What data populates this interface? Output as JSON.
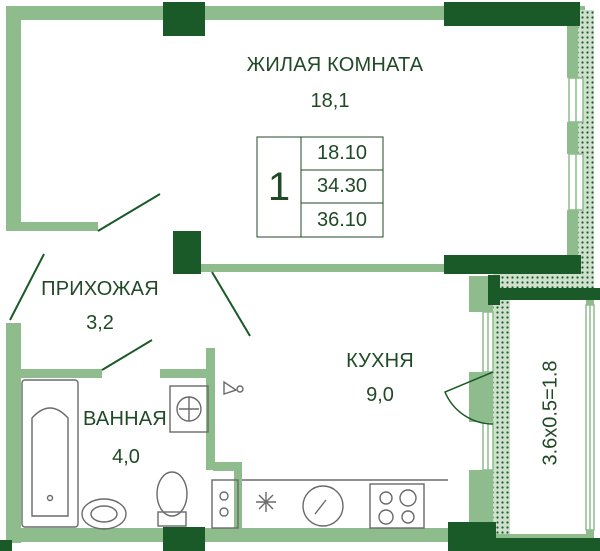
{
  "rooms": {
    "living": {
      "name": "ЖИЛАЯ КОМНАТА",
      "area": "18,1"
    },
    "hall": {
      "name": "ПРИХОЖАЯ",
      "area": "3,2"
    },
    "kitchen": {
      "name": "КУХНЯ",
      "area": "9,0"
    },
    "bath": {
      "name": "ВАННАЯ",
      "area": "4,0"
    }
  },
  "summary": {
    "rooms_count": "1",
    "living_area": "18.10",
    "total_area": "34.30",
    "area_with_balcony": "36.10"
  },
  "balcony": {
    "dimensions": "3.6x0.5=1.8"
  },
  "colors": {
    "wall": "#8ebc8c",
    "dark": "#1a5a28",
    "text": "#1f4a25",
    "fixture": "#6a6a6a"
  },
  "icons": [
    "snowflake-icon",
    "compass-rose-icon",
    "door-swing-icon"
  ]
}
